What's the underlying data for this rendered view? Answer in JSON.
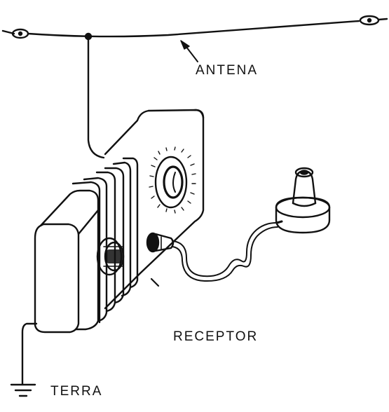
{
  "labels": {
    "antenna": "ANTENA",
    "receiver": "RECEPTOR",
    "ground": "TERRA"
  },
  "colors": {
    "ink": "#111111",
    "paper": "#ffffff"
  },
  "icons": {
    "insulator": "antenna-insulator-icon",
    "ground_symbol": "ground-symbol-icon"
  }
}
